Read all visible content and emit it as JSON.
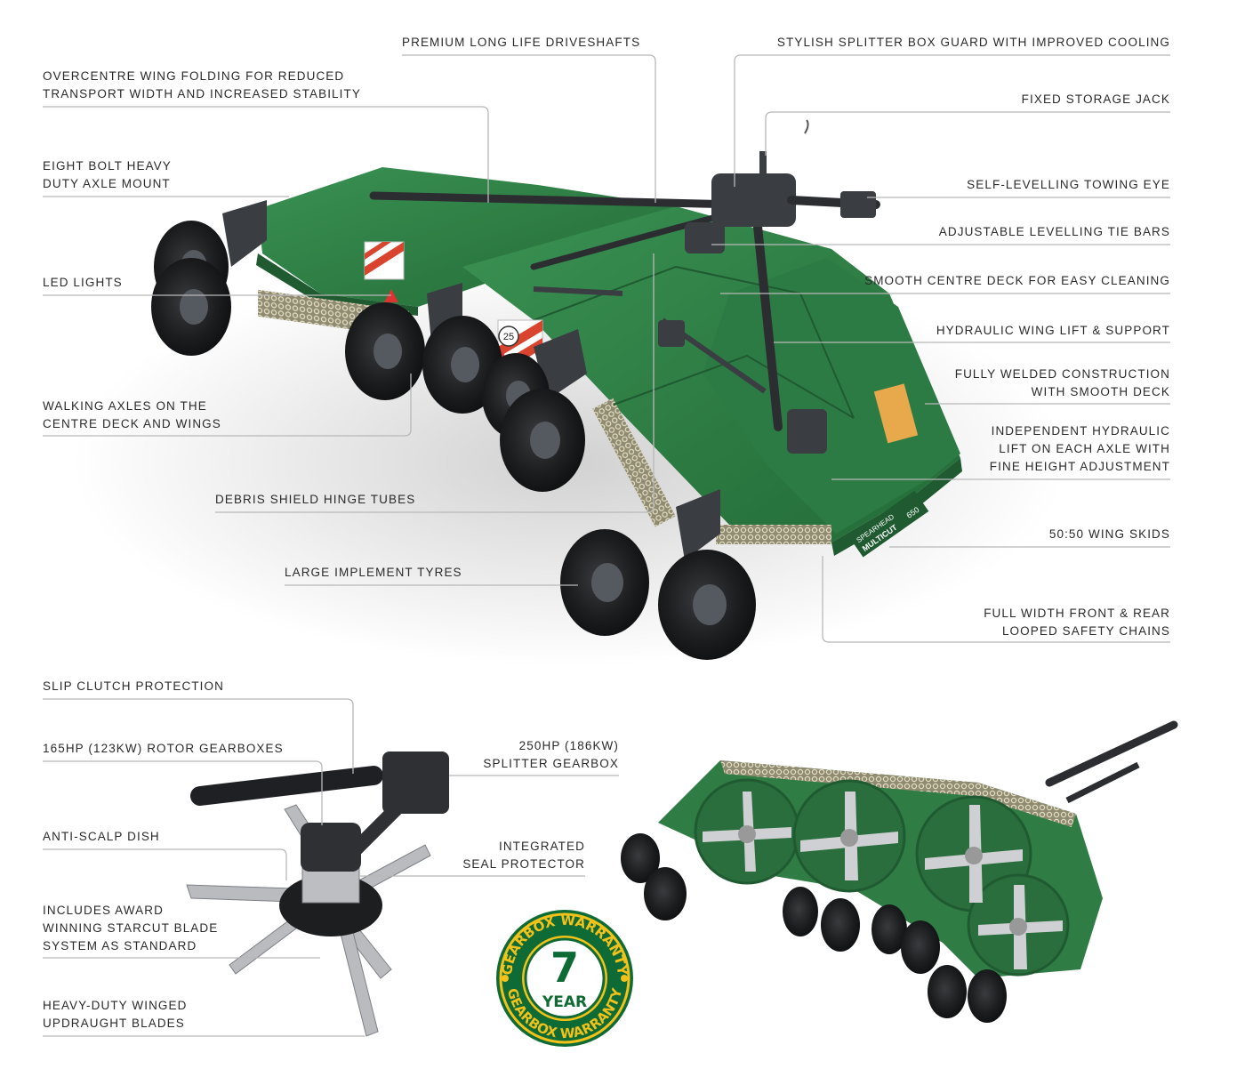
{
  "colors": {
    "deck": "#2f7d45",
    "deck_dark": "#1f5a31",
    "deck_light": "#3c9455",
    "metal": "#3a3d42",
    "tyre": "#1b1c1e",
    "chain": "#c9c3a2",
    "leader": "#b8b8b8",
    "text": "#2a2a2a",
    "badge_green": "#0f6b35",
    "badge_yellow": "#f2c21a"
  },
  "labels": {
    "premium_driveshafts": "PREMIUM LONG LIFE DRIVESHAFTS",
    "splitter_guard": "STYLISH SPLITTER BOX GUARD WITH IMPROVED COOLING",
    "overcentre_1": "OVERCENTRE WING FOLDING FOR REDUCED",
    "overcentre_2": "TRANSPORT WIDTH AND INCREASED STABILITY",
    "storage_jack": "FIXED STORAGE JACK",
    "eight_bolt_1": "EIGHT BOLT HEAVY",
    "eight_bolt_2": "DUTY AXLE MOUNT",
    "towing_eye": "SELF-LEVELLING TOWING EYE",
    "tie_bars": "ADJUSTABLE LEVELLING TIE BARS",
    "led_lights": "LED LIGHTS",
    "smooth_deck": "SMOOTH CENTRE DECK FOR EASY CLEANING",
    "wing_lift": "HYDRAULIC WING LIFT & SUPPORT",
    "welded_1": "FULLY WELDED CONSTRUCTION",
    "welded_2": "WITH SMOOTH DECK",
    "walking_1": "WALKING AXLES ON THE",
    "walking_2": "CENTRE DECK AND WINGS",
    "independent_1": "INDEPENDENT HYDRAULIC",
    "independent_2": "LIFT ON EACH AXLE WITH",
    "independent_3": "FINE HEIGHT ADJUSTMENT",
    "debris_tubes": "DEBRIS SHIELD HINGE TUBES",
    "wing_skids": "50:50 WING SKIDS",
    "large_tyres": "LARGE IMPLEMENT TYRES",
    "chains_1": "FULL WIDTH FRONT & REAR",
    "chains_2": "LOOPED SAFETY CHAINS",
    "slip_clutch": "SLIP CLUTCH PROTECTION",
    "rotor_gearboxes": "165HP (123KW) ROTOR GEARBOXES",
    "splitter_gearbox_1": "250HP (186KW)",
    "splitter_gearbox_2": "SPLITTER GEARBOX",
    "anti_scalp": "ANTI-SCALP DISH",
    "seal_1": "INTEGRATED",
    "seal_2": "SEAL PROTECTOR",
    "starcut_1": "INCLUDES AWARD",
    "starcut_2": "WINNING STARCUT BLADE",
    "starcut_3": "SYSTEM AS STANDARD",
    "blades_1": "HEAVY-DUTY WINGED",
    "blades_2": "UPDRAUGHT BLADES"
  },
  "machine": {
    "brand": "SPEARHEAD",
    "model": "MULTICUT",
    "model_number": "650",
    "speed_sign": "25"
  },
  "badge": {
    "top_text": "GEARBOX WARRANTY",
    "bottom_text": "GEARBOX WARRANTY",
    "number": "7",
    "unit": "YEAR"
  }
}
